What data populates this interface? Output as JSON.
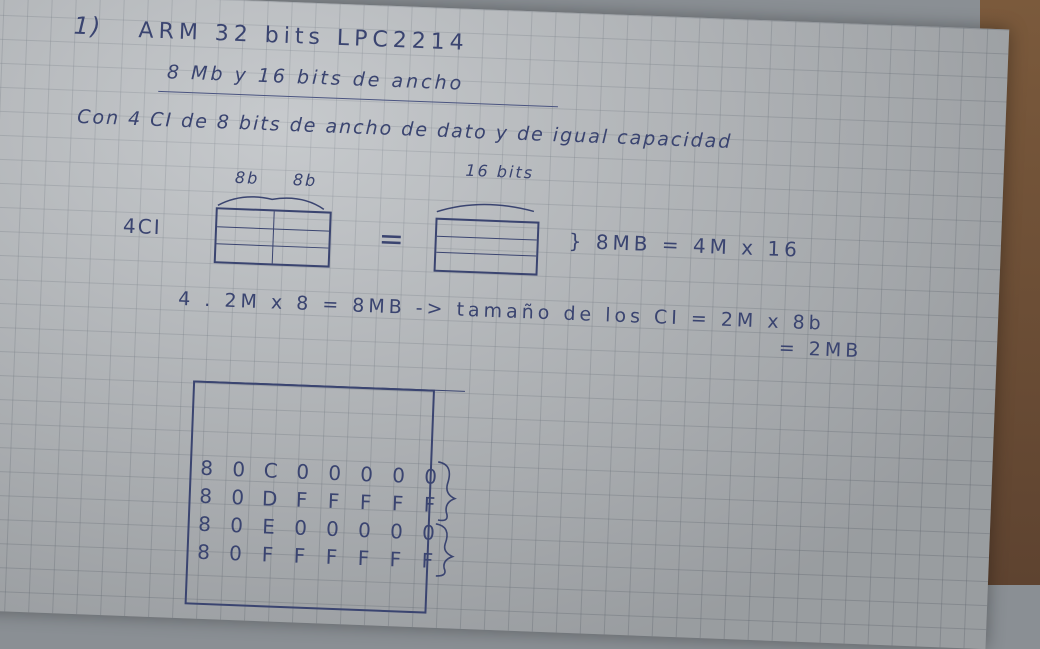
{
  "notes": {
    "item_number": "1)",
    "line1": "ARM 32 bits LPC2214",
    "line2": "8 Mb y 16 bits de ancho",
    "line3": "Con 4 CI de 8 bits de ancho de dato y de igual capacidad",
    "label_8b_left": "8b",
    "label_8b_right": "8b",
    "label_16bits": "16 bits",
    "label_4ci": "4CI",
    "equals": "=",
    "result_right": "} 8MB = 4M x 16",
    "equation": "4 . 2M x 8 = 8MB -> tamaño de los CI = 2M x 8b",
    "equation_cont": "= 2MB"
  },
  "address_table": {
    "rows": [
      [
        "8",
        "0",
        "C",
        "0",
        "0",
        "0",
        "0",
        "0"
      ],
      [
        "8",
        "0",
        "D",
        "F",
        "F",
        "F",
        "F",
        "F"
      ],
      [
        "8",
        "0",
        "E",
        "0",
        "0",
        "0",
        "0",
        "0"
      ],
      [
        "8",
        "0",
        "F",
        "F",
        "F",
        "F",
        "F",
        "F"
      ]
    ]
  }
}
